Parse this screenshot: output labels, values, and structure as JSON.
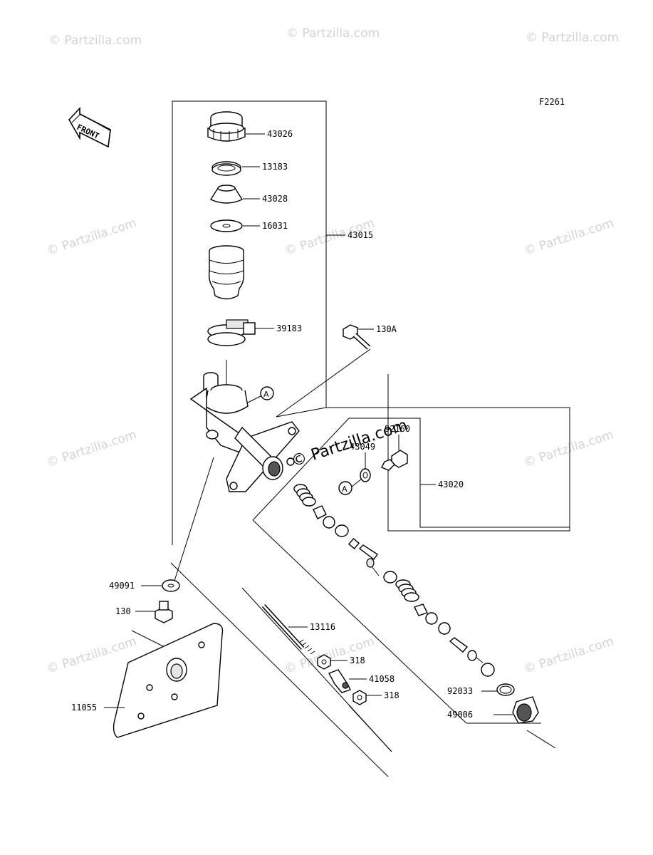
{
  "figure_code": "F2261",
  "front_label": "FRONT",
  "watermark": "© Partzilla.com",
  "watermark_center": "© Partzilla.com",
  "callout_letter": "A",
  "part_numbers": {
    "p43026": "43026",
    "p13183": "13183",
    "p43028": "43028",
    "p16031": "16031",
    "p43015": "43015",
    "p39183": "39183",
    "p130A": "130A",
    "p43049": "43049",
    "p92160": "92160",
    "p43020": "43020",
    "p49091": "49091",
    "p130": "130",
    "p13116": "13116",
    "p318a": "318",
    "p41058": "41058",
    "p318b": "318",
    "p92033": "92033",
    "p49006": "49006",
    "p11055": "11055"
  }
}
